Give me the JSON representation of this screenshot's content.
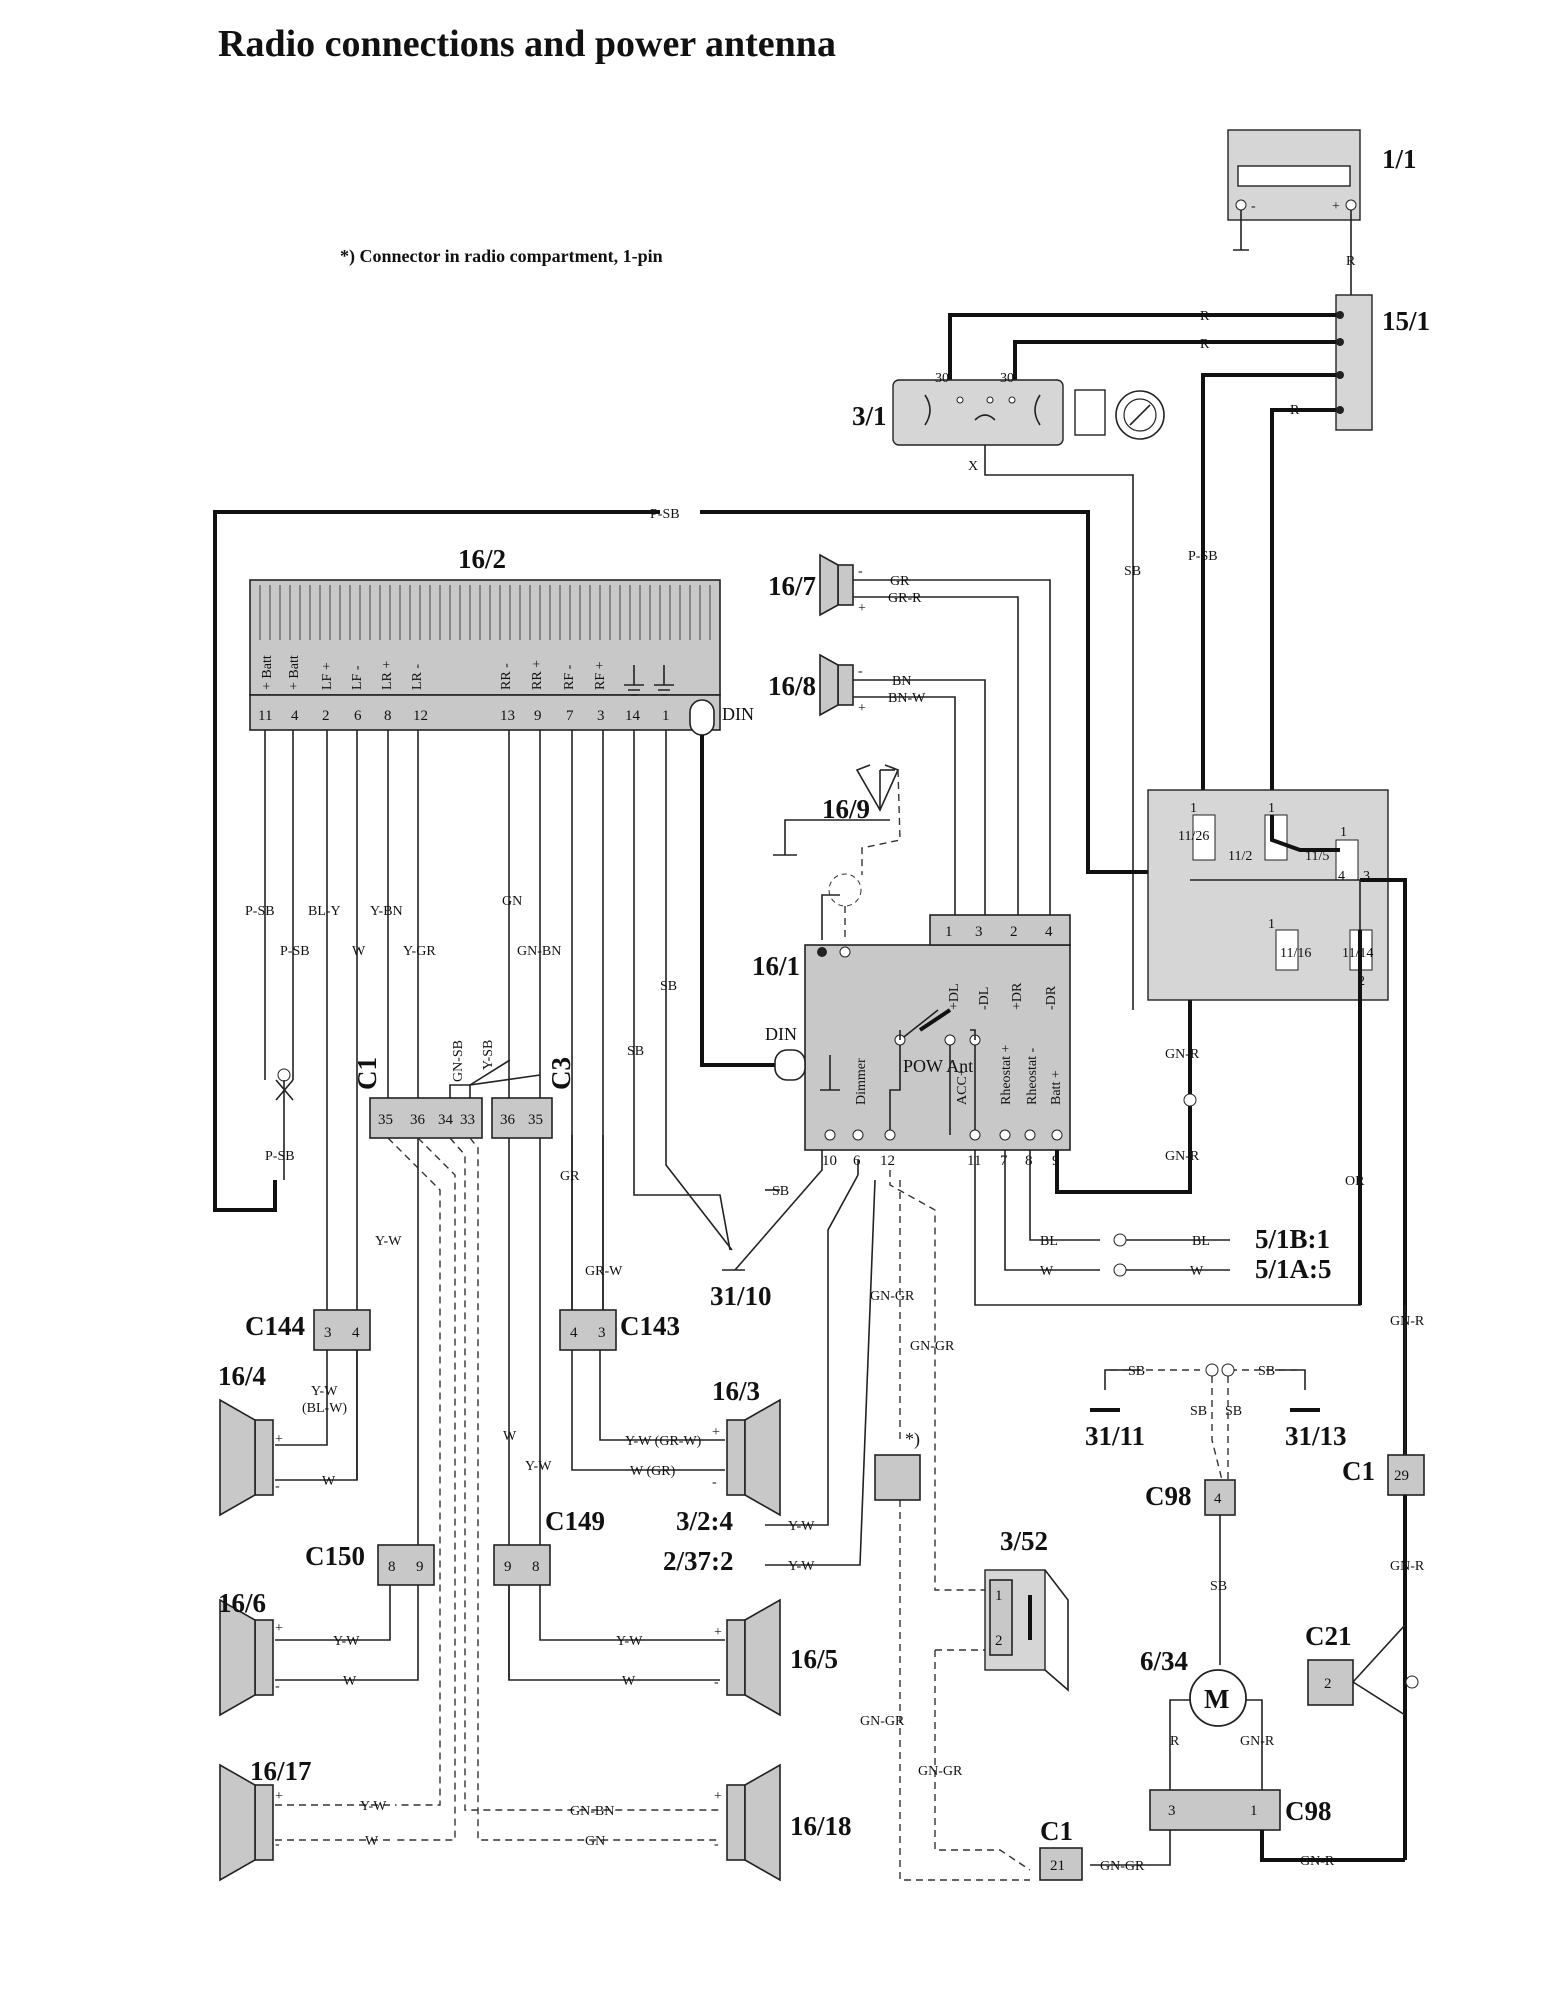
{
  "title": "Radio connections and power antenna",
  "note": "*) Connector in radio compartment, 1-pin",
  "components": {
    "battery": "1/1",
    "fusebox": "15/1",
    "ignition": "3/1",
    "radio": "16/2",
    "speaker_16_7": "16/7",
    "speaker_16_8": "16/8",
    "antenna_ground": "16/9",
    "antenna_module": "16/1",
    "ground_31_10": "31/10",
    "ground_31_11": "31/11",
    "ground_31_13": "31/13",
    "speaker_16_4": "16/4",
    "speaker_16_3": "16/3",
    "speaker_16_6": "16/6",
    "speaker_16_5": "16/5",
    "speaker_16_17": "16/17",
    "speaker_16_18": "16/18",
    "conn_c1_top": "C1",
    "conn_c3": "C3",
    "conn_c144": "C144",
    "conn_c143": "C143",
    "conn_c150": "C150",
    "conn_c149": "C149",
    "conn_c98_upper": "C98",
    "conn_c1_right": "C1",
    "conn_c21": "C21",
    "motor": "6/34",
    "conn_c98_lower": "C98",
    "conn_c1_bottom": "C1",
    "switch_3_52": "3/52",
    "ref_5_1b1": "5/1B:1",
    "ref_5_1a5": "5/1A:5",
    "ref_3_2_4": "3/2:4",
    "ref_2_37_2": "2/37:2",
    "star_box": "*)",
    "motor_symbol": "M",
    "din_label": "DIN"
  },
  "radio_pins": {
    "functions": [
      "+ Batt",
      "+ Batt",
      "LF +",
      "LF -",
      "LR +",
      "LR -",
      "RR -",
      "RR +",
      "RF -",
      "RF +"
    ],
    "numbers": [
      "11",
      "4",
      "2",
      "6",
      "8",
      "12",
      "13",
      "9",
      "7",
      "3",
      "14",
      "1"
    ]
  },
  "module_16_1": {
    "top_pins": [
      "1",
      "3",
      "2",
      "4"
    ],
    "top_funcs": [
      "+DL",
      "-DL",
      "+DR",
      "-DR"
    ],
    "bottom_funcs": [
      "Dimmer",
      "POW Ant",
      "ACC+",
      "Rheostat +",
      "Rheostat -",
      "Batt +"
    ],
    "bottom_pins": [
      "10",
      "6",
      "12",
      "11",
      "7",
      "8",
      "9"
    ]
  },
  "relay_box": {
    "fuses": [
      "11/26",
      "11/2",
      "11/5",
      "11/16",
      "11/14"
    ],
    "pin_labels": [
      "1",
      "1",
      "1",
      "4",
      "3",
      "1",
      "2"
    ]
  },
  "ignition_terms": [
    "30",
    "30",
    "X"
  ],
  "connectors": {
    "c1_pins": [
      "35",
      "36",
      "34",
      "33"
    ],
    "c3_pins": [
      "36",
      "35"
    ],
    "c144_pins": [
      "3",
      "4"
    ],
    "c143_pins": [
      "4",
      "3"
    ],
    "c150_pins": [
      "8",
      "9"
    ],
    "c149_pins": [
      "9",
      "8"
    ],
    "c98_upper_pin": "4",
    "c1_right_pin": "29",
    "c21_pin": "2",
    "c98_lower_pins": [
      "3",
      "1"
    ],
    "c1_bottom_pin": "21",
    "sw_pins": [
      "1",
      "2"
    ]
  },
  "wire_colors": {
    "p_sb": "P-SB",
    "r": "R",
    "sb": "SB",
    "gr": "GR",
    "gr_r": "GR-R",
    "bn": "BN",
    "bn_w": "BN-W",
    "bl_y": "BL-Y",
    "y_bn": "Y-BN",
    "gn": "GN",
    "w": "W",
    "y_gr": "Y-GR",
    "gn_bn": "GN-BN",
    "gn_sb": "GN-SB",
    "y_sb": "Y-SB",
    "gn_r": "GN-R",
    "or": "OR",
    "gr_w": "GR-W",
    "y_w": "Y-W",
    "bl_w_paren": "(BL-W)",
    "y_w_gr_w": "Y-W (GR-W)",
    "w_gr": "W (GR)",
    "gn_gr": "GN-GR",
    "bl": "BL",
    "plus": "+",
    "minus": "-"
  }
}
